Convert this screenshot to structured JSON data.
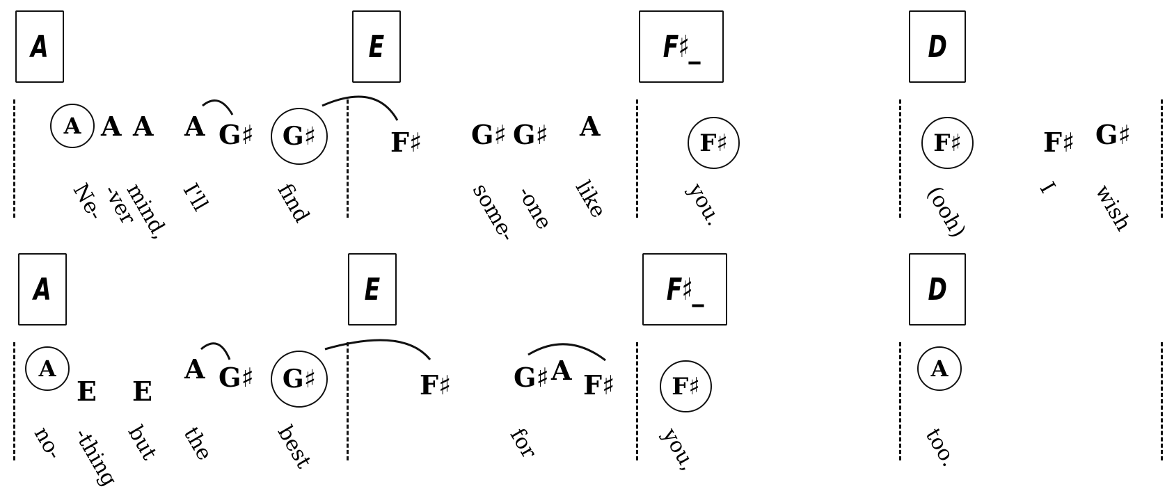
{
  "rows": [
    {
      "measures": [
        {
          "chord": "A",
          "notes": [
            {
              "name": "A",
              "circled": true
            },
            {
              "name": "A",
              "circled": false
            },
            {
              "name": "A",
              "circled": false
            },
            {
              "name": "A",
              "circled": false
            },
            {
              "name": "G♯",
              "circled": false
            },
            {
              "name": "G♯",
              "circled": true
            }
          ],
          "lyrics": [
            "Ne-",
            "-ver",
            "mind,",
            "I'll",
            "find"
          ]
        },
        {
          "chord": "E",
          "notes": [
            {
              "name": "F♯",
              "circled": false
            },
            {
              "name": "G♯",
              "circled": false
            },
            {
              "name": "G♯",
              "circled": false
            },
            {
              "name": "A",
              "circled": false
            }
          ],
          "lyrics": [
            "some-",
            "-one",
            "like"
          ]
        },
        {
          "chord": "F♯_",
          "notes": [
            {
              "name": "F♯",
              "circled": true
            }
          ],
          "lyrics": [
            "you."
          ]
        },
        {
          "chord": "D",
          "notes": [
            {
              "name": "F♯",
              "circled": true
            },
            {
              "name": "F♯",
              "circled": false
            },
            {
              "name": "G♯",
              "circled": false
            }
          ],
          "lyrics": [
            "(ooh)",
            "I",
            "wish"
          ]
        }
      ]
    },
    {
      "measures": [
        {
          "chord": "A",
          "notes": [
            {
              "name": "A",
              "circled": true
            },
            {
              "name": "E",
              "circled": false
            },
            {
              "name": "E",
              "circled": false
            },
            {
              "name": "A",
              "circled": false
            },
            {
              "name": "G♯",
              "circled": false
            },
            {
              "name": "G♯",
              "circled": true
            }
          ],
          "lyrics": [
            "no-",
            "-thing",
            "but",
            "the",
            "best"
          ]
        },
        {
          "chord": "E",
          "notes": [
            {
              "name": "F♯",
              "circled": false
            },
            {
              "name": "G♯",
              "circled": false
            },
            {
              "name": "A",
              "circled": false
            },
            {
              "name": "F♯",
              "circled": false
            }
          ],
          "lyrics": [
            "for"
          ]
        },
        {
          "chord": "F♯_",
          "notes": [
            {
              "name": "F♯",
              "circled": true
            }
          ],
          "lyrics": [
            "you,"
          ]
        },
        {
          "chord": "D",
          "notes": [
            {
              "name": "A",
              "circled": true
            }
          ],
          "lyrics": [
            "too."
          ]
        }
      ]
    }
  ]
}
